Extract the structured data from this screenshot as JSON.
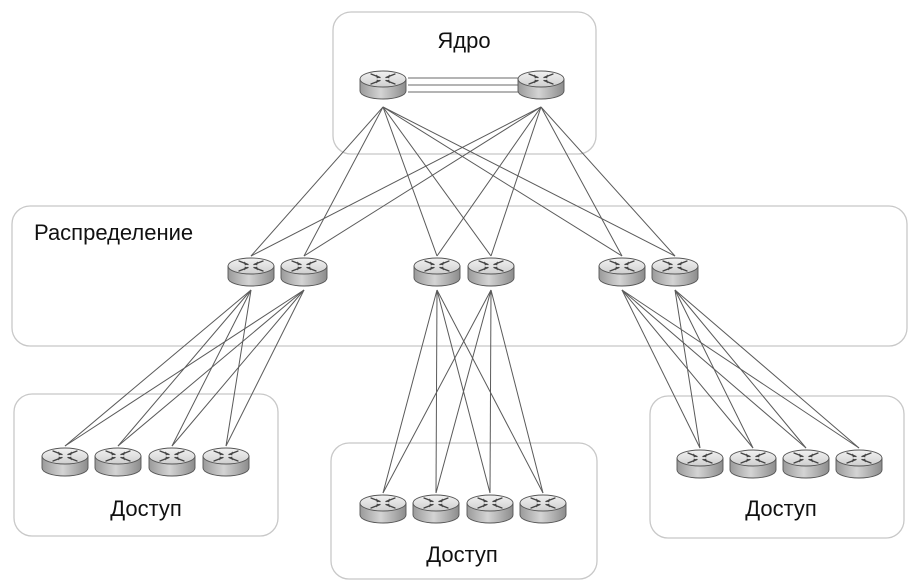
{
  "zones": {
    "core": {
      "label": "Ядро"
    },
    "distribution": {
      "label": "Распределение"
    },
    "access_left": {
      "label": "Доступ"
    },
    "access_center": {
      "label": "Доступ"
    },
    "access_right": {
      "label": "Доступ"
    }
  },
  "icons": {
    "router": "router-icon"
  },
  "colors": {
    "box_border": "#c8c8c8",
    "link": "#5a5a5a",
    "router_top": "#e4e4e4",
    "router_body": "#bdbdbd"
  }
}
